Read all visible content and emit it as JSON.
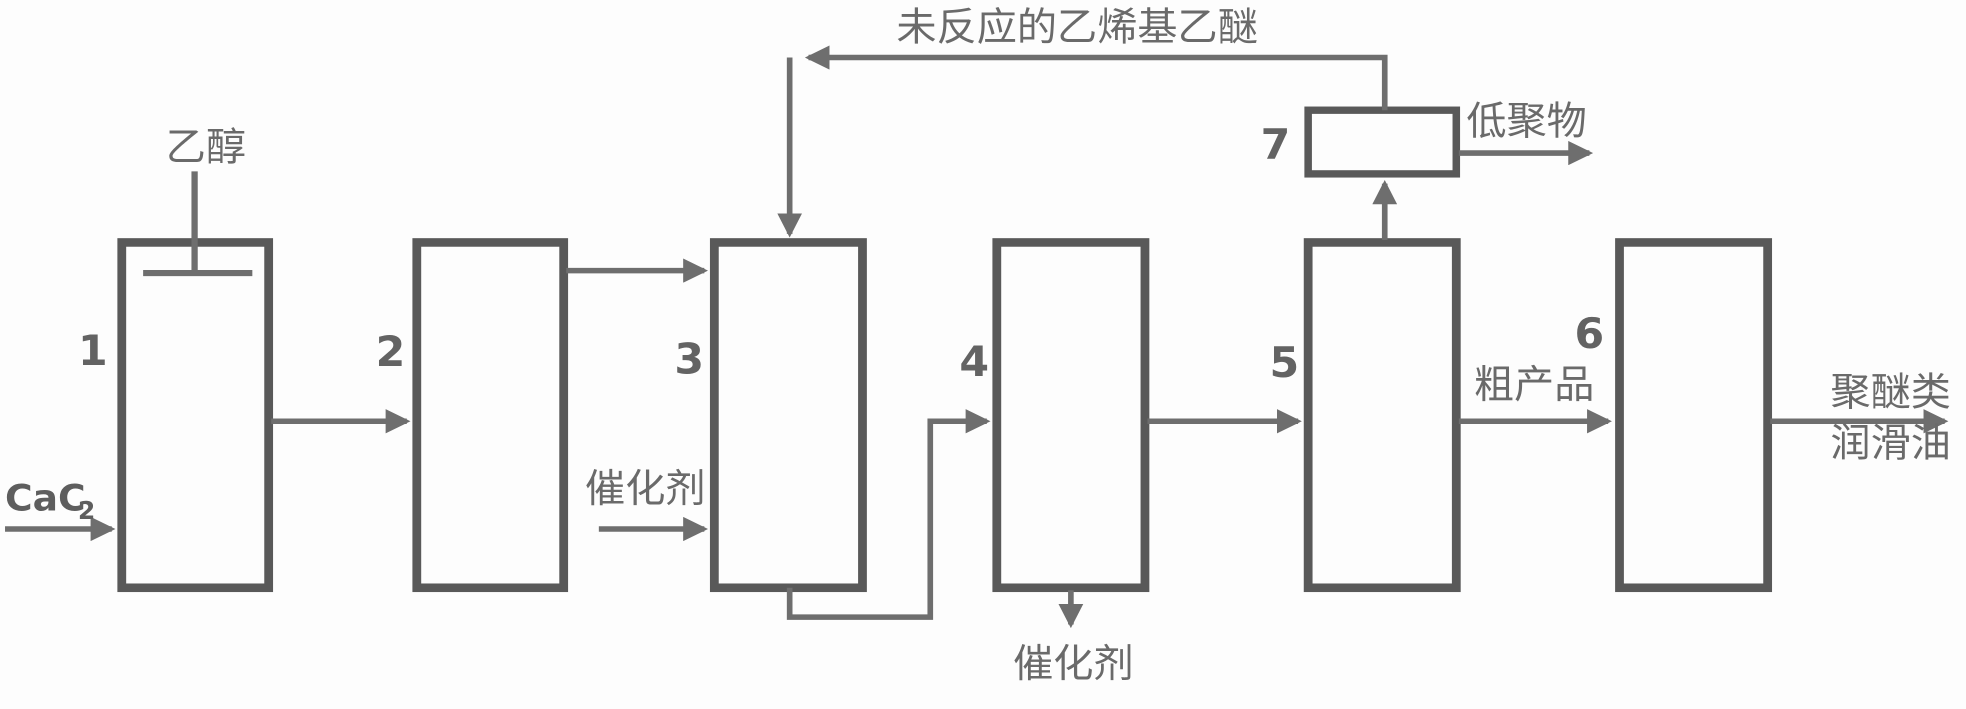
{
  "diagram": {
    "type": "process-flow",
    "colors": {
      "background": "#fdfdfd",
      "box_stroke": "#595959",
      "line": "#6e6e6e",
      "text": "#6a6a6a"
    },
    "units": [
      {
        "label": "1"
      },
      {
        "label": "2"
      },
      {
        "label": "3"
      },
      {
        "label": "4"
      },
      {
        "label": "5"
      },
      {
        "label": "6"
      },
      {
        "label": "7"
      }
    ],
    "labels": {
      "ethanol": "乙醇",
      "cac2_base": "CaC",
      "cac2_subscript": "2",
      "catalyst_in": "催化剂",
      "catalyst_out": "催化剂",
      "recycle": "未反应的乙烯基乙醚",
      "oligomer": "低聚物",
      "crude_product": "粗产品",
      "product_line1": "聚醚类",
      "product_line2": "润滑油"
    },
    "streams": [
      {
        "from": "feed",
        "to": "unit-1",
        "label": "CaC2"
      },
      {
        "from": "feed",
        "to": "unit-1",
        "label": "乙醇"
      },
      {
        "from": "unit-1",
        "to": "unit-2",
        "label": ""
      },
      {
        "from": "unit-2",
        "to": "unit-3",
        "label": ""
      },
      {
        "from": "feed",
        "to": "unit-3",
        "label": "催化剂"
      },
      {
        "from": "unit-3",
        "to": "unit-4",
        "label": ""
      },
      {
        "from": "unit-4",
        "to": "out",
        "label": "催化剂"
      },
      {
        "from": "unit-4",
        "to": "unit-5",
        "label": ""
      },
      {
        "from": "unit-5",
        "to": "unit-7",
        "label": ""
      },
      {
        "from": "unit-7",
        "to": "unit-3",
        "label": "未反应的乙烯基乙醚"
      },
      {
        "from": "unit-7",
        "to": "out",
        "label": "低聚物"
      },
      {
        "from": "unit-5",
        "to": "unit-6",
        "label": "粗产品"
      },
      {
        "from": "unit-6",
        "to": "out",
        "label": "聚醚类润滑油"
      }
    ]
  }
}
